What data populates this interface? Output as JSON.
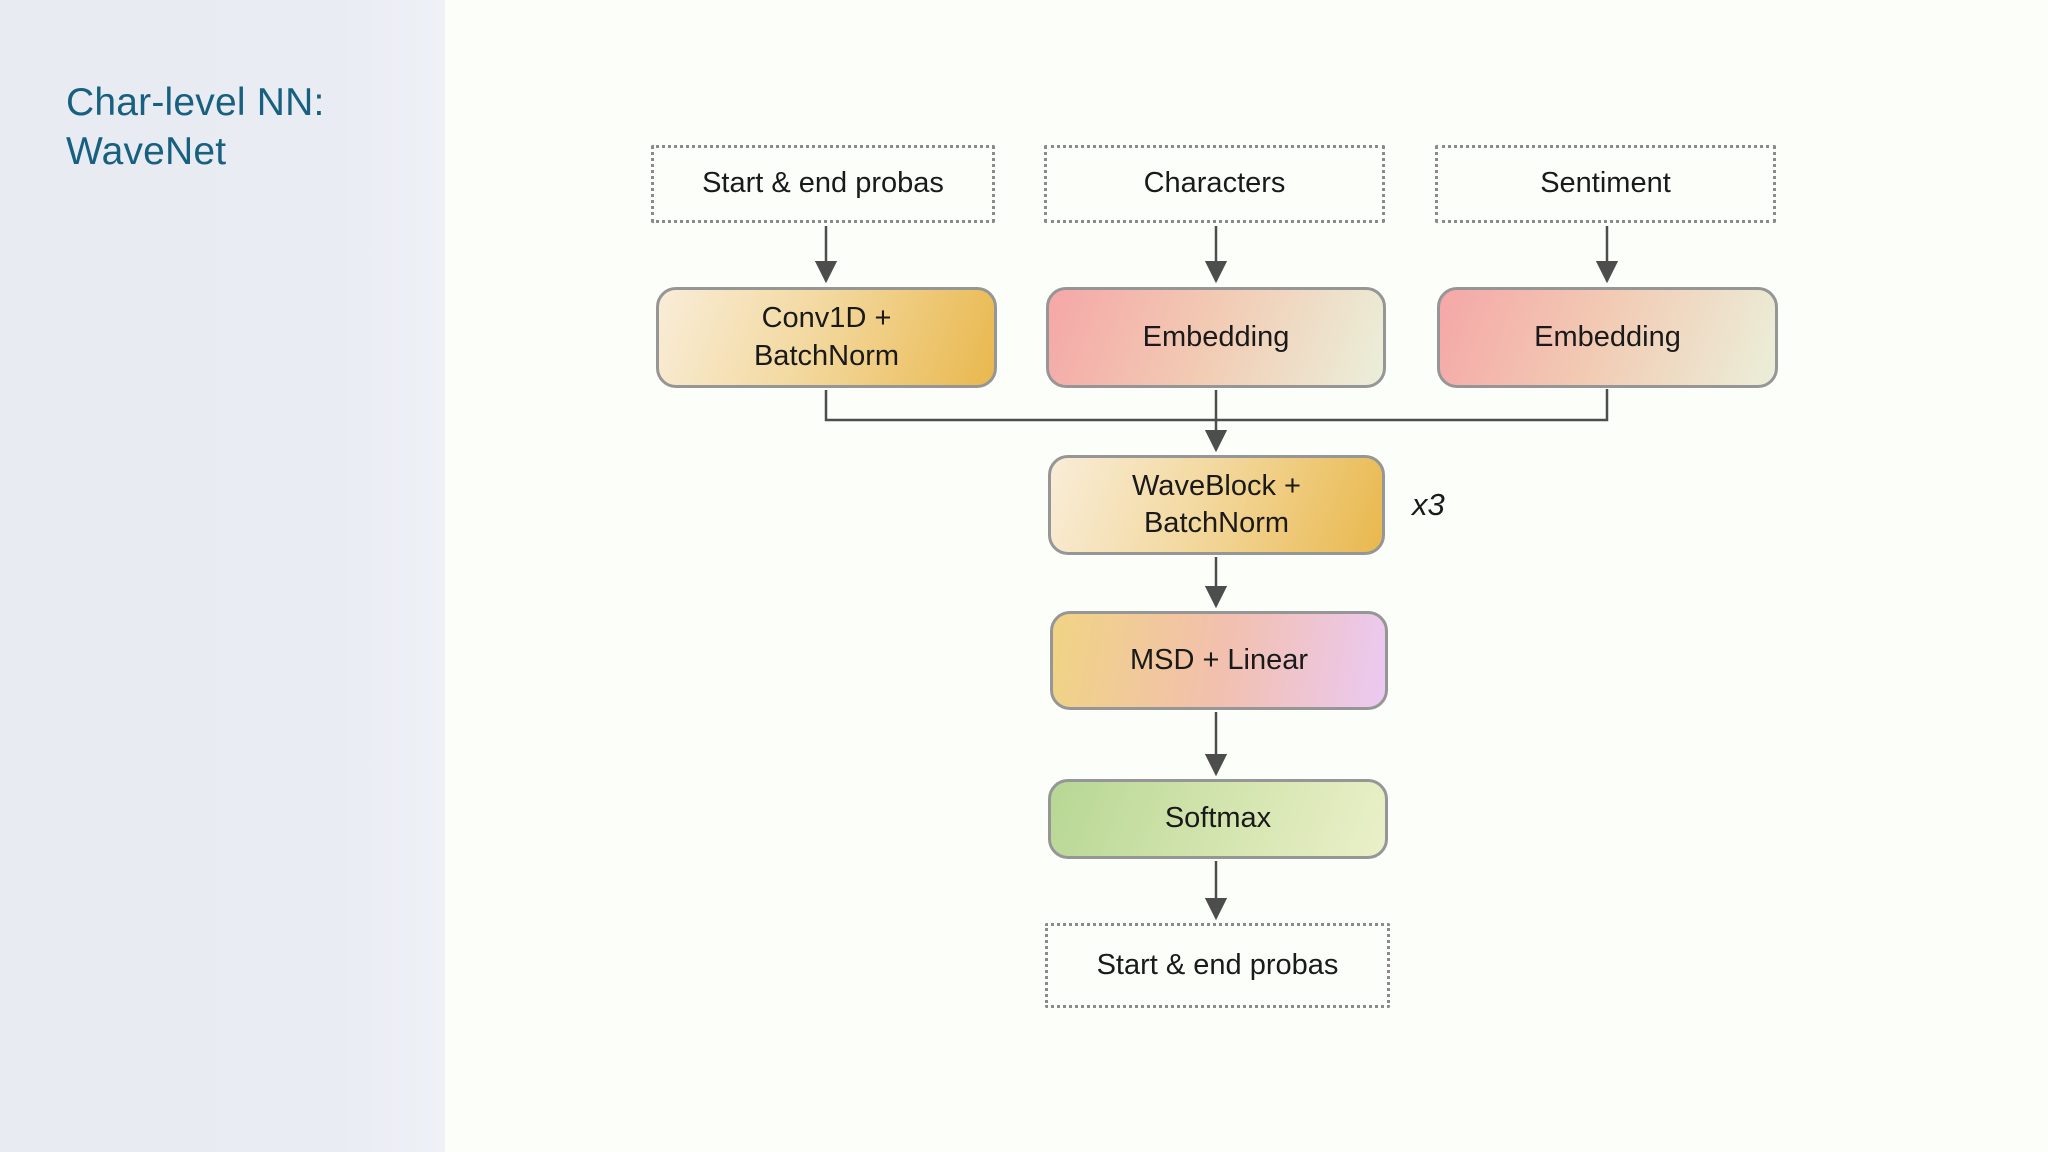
{
  "page": {
    "background_color": "#fcfefa"
  },
  "sidebar": {
    "title": "Char-level NN:\nWaveNet",
    "title_color": "#17607f",
    "background_color": "#e8ebf2"
  },
  "diagram": {
    "inputs": [
      {
        "label": "Start & end probas"
      },
      {
        "label": "Characters"
      },
      {
        "label": "Sentiment"
      }
    ],
    "blocks": {
      "conv": {
        "label": "Conv1D +\nBatchNorm",
        "gradient": [
          "#f9edd8",
          "#e9b84e"
        ]
      },
      "embedding_characters": {
        "label": "Embedding",
        "gradient": [
          "#f5a7a7",
          "#ebefd9"
        ]
      },
      "embedding_sentiment": {
        "label": "Embedding",
        "gradient": [
          "#f5a7a7",
          "#ebefd9"
        ]
      },
      "waveblock": {
        "label": "WaveBlock +\nBatchNorm",
        "repeat_label": "x3",
        "gradient": [
          "#f9edd8",
          "#e9b84e"
        ]
      },
      "msd": {
        "label": "MSD + Linear",
        "gradient": [
          "#f0d484",
          "#f2c0ad",
          "#ebc9f3"
        ]
      },
      "softmax": {
        "label": "Softmax",
        "gradient": [
          "#b7d794",
          "#eaf0c8"
        ]
      }
    },
    "output": {
      "label": "Start & end probas"
    },
    "line_color": "#4d4d4d",
    "solid_border_color": "#969696",
    "dotted_border_color": "#8a8a8a",
    "text_color": "#1a1a1a"
  }
}
